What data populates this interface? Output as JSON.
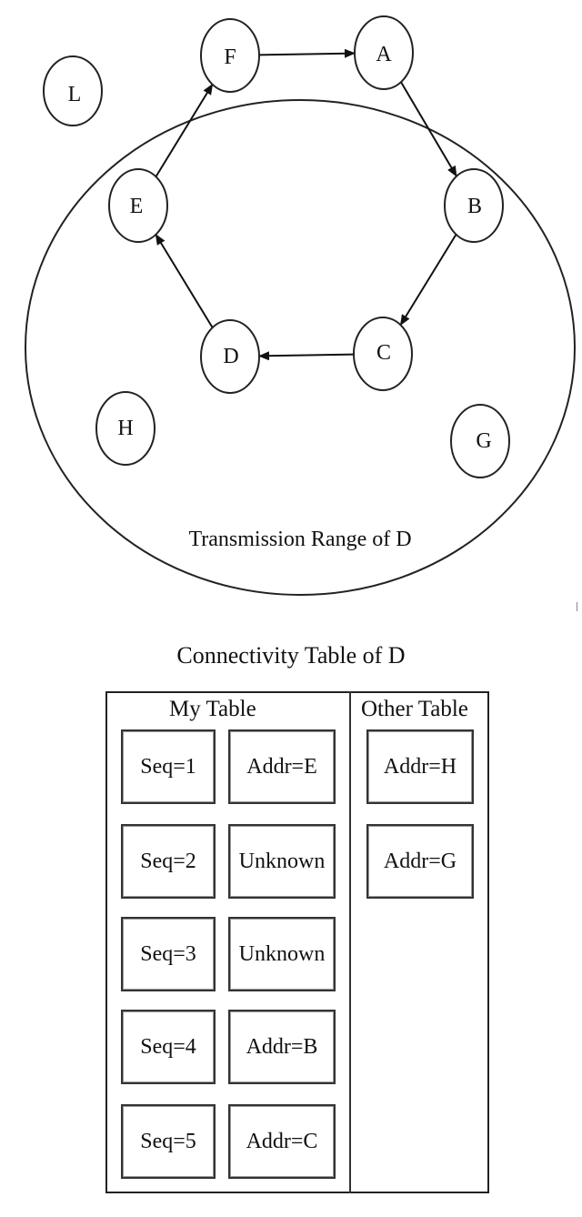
{
  "diagram": {
    "nodes": [
      {
        "id": "F",
        "label": "F"
      },
      {
        "id": "A",
        "label": "A"
      },
      {
        "id": "L",
        "label": "L"
      },
      {
        "id": "E",
        "label": "E"
      },
      {
        "id": "B",
        "label": "B"
      },
      {
        "id": "D",
        "label": "D"
      },
      {
        "id": "C",
        "label": "C"
      },
      {
        "id": "H",
        "label": "H"
      },
      {
        "id": "G",
        "label": "G"
      }
    ],
    "edges": [
      {
        "from": "F",
        "to": "A"
      },
      {
        "from": "A",
        "to": "B"
      },
      {
        "from": "B",
        "to": "C"
      },
      {
        "from": "C",
        "to": "D"
      },
      {
        "from": "D",
        "to": "E"
      },
      {
        "from": "E",
        "to": "F"
      }
    ],
    "range_label": "Transmission Range of D"
  },
  "connectivity_table": {
    "title": "Connectivity Table of D",
    "my_table": {
      "header": "My Table",
      "rows": [
        {
          "seq": "Seq=1",
          "addr": "Addr=E"
        },
        {
          "seq": "Seq=2",
          "addr": "Unknown"
        },
        {
          "seq": "Seq=3",
          "addr": "Unknown"
        },
        {
          "seq": "Seq=4",
          "addr": "Addr=B"
        },
        {
          "seq": "Seq=5",
          "addr": "Addr=C"
        }
      ]
    },
    "other_table": {
      "header": "Other Table",
      "rows": [
        "Addr=H",
        "Addr=G"
      ]
    }
  }
}
